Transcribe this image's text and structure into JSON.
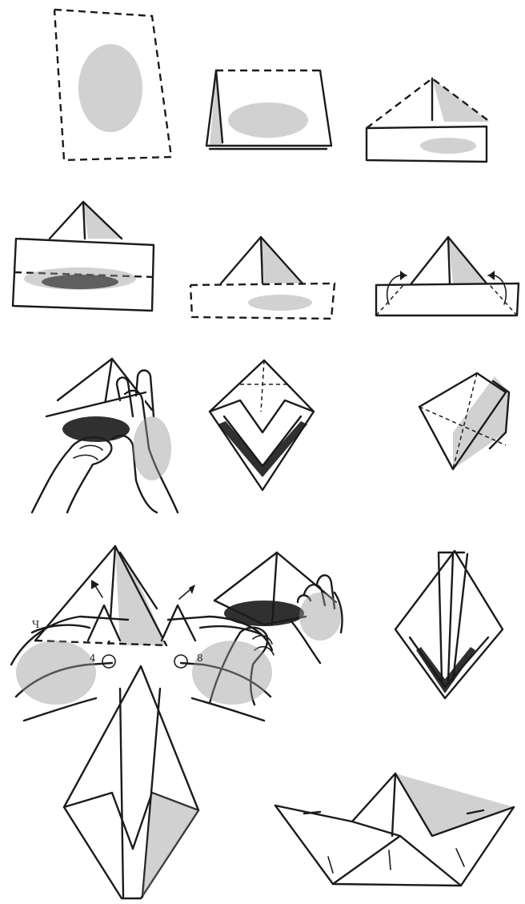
{
  "steps": [
    {
      "id": 1,
      "kind": "flat-sheet"
    },
    {
      "id": 2,
      "kind": "folded-in-half"
    },
    {
      "id": 3,
      "kind": "corners-folded-to-center"
    },
    {
      "id": 4,
      "kind": "flaps-folded-up"
    },
    {
      "id": 5,
      "kind": "hat-shape"
    },
    {
      "id": 6,
      "kind": "tuck-corners"
    },
    {
      "id": 7,
      "kind": "open-with-hands"
    },
    {
      "id": 8,
      "kind": "flattened-diamond"
    },
    {
      "id": 9,
      "kind": "square"
    },
    {
      "id": 10,
      "kind": "triangle"
    },
    {
      "id": 11,
      "kind": "open-triangle-with-hands"
    },
    {
      "id": 12,
      "kind": "pointed-diamond"
    },
    {
      "id": 13,
      "kind": "pull-apart"
    },
    {
      "id": 14,
      "kind": "finished-boat"
    }
  ],
  "labels": {
    "left_hand": "Ч",
    "left_hand_inner": "4",
    "right_hand": "8"
  }
}
